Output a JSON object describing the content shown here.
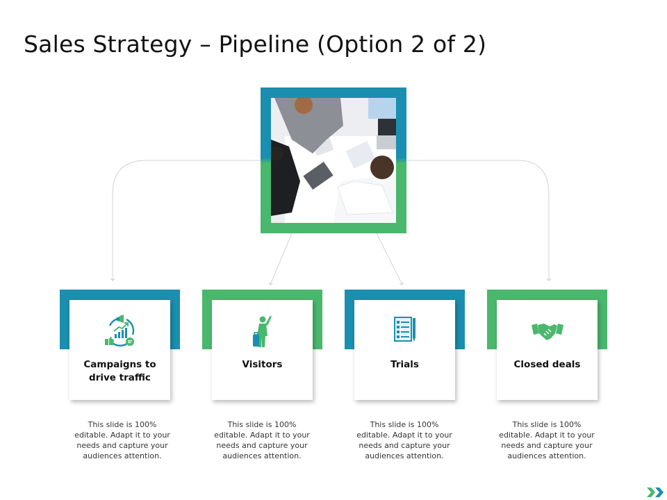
{
  "title": "Sales Strategy – Pipeline (Option 2 of 2)",
  "colors": {
    "blue": "#1a8faf",
    "green": "#49b86c",
    "line": "#cfd3d6"
  },
  "hero": {
    "image": "business-meeting-photo"
  },
  "stages": [
    {
      "label": "Campaigns to drive traffic",
      "icon": "campaign-icon",
      "description": "This slide is 100% editable. Adapt it to your needs and capture your audiences attention."
    },
    {
      "label": "Visitors",
      "icon": "visitor-icon",
      "description": "This slide is 100% editable. Adapt it to your needs and capture your audiences attention."
    },
    {
      "label": "Trials",
      "icon": "checklist-icon",
      "description": "This slide is 100% editable. Adapt it to your needs and capture your audiences attention."
    },
    {
      "label": "Closed deals",
      "icon": "handshake-icon",
      "description": "This slide is 100% editable. Adapt it to your needs and capture your audiences attention."
    }
  ],
  "navigation": {
    "next_icon": "double-chevron-right-icon"
  }
}
